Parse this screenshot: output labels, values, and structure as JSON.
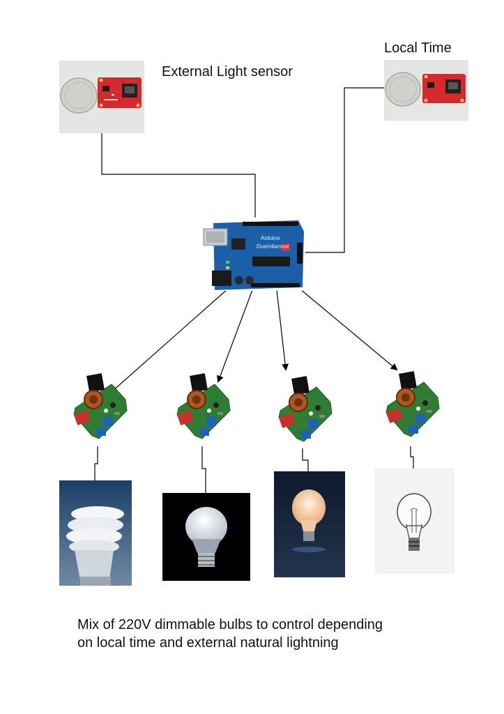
{
  "labels": {
    "external_light_sensor": "External Light sensor",
    "local_time": "Local Time"
  },
  "caption": {
    "line1": "Mix of 220V dimmable bulbs to control depending",
    "line2": "on local time and external natural lightning"
  },
  "board": {
    "brand_text": "Arduino",
    "model_text": "Duemilanove"
  },
  "icons": {
    "sensor_module": "light-sensor-module-photo",
    "rtc_module": "rtc-module-photo",
    "controller": "arduino-board-photo",
    "dimmer": "dimmer-board-photo",
    "bulbs": [
      "cfl-spiral-bulb-photo",
      "led-bulb-photo",
      "incandescent-glowing-bulb-photo",
      "incandescent-clear-bulb-photo"
    ]
  },
  "colors": {
    "module_red": "#d42a2e",
    "board_blue": "#1b5fa8",
    "pcb_green": "#2e7d32",
    "wire": "#000000"
  }
}
